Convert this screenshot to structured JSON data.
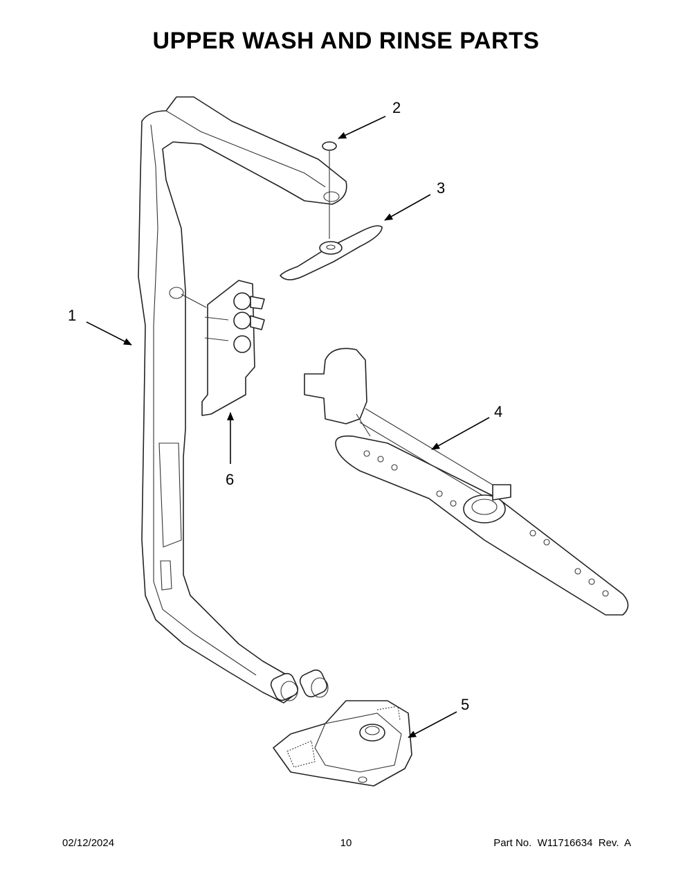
{
  "title": "UPPER WASH AND RINSE PARTS",
  "callouts": [
    "1",
    "2",
    "3",
    "4",
    "5",
    "6"
  ],
  "footer": {
    "date": "02/12/2024",
    "page": "10",
    "part_no": "Part No.  W11716634  Rev.  A"
  }
}
